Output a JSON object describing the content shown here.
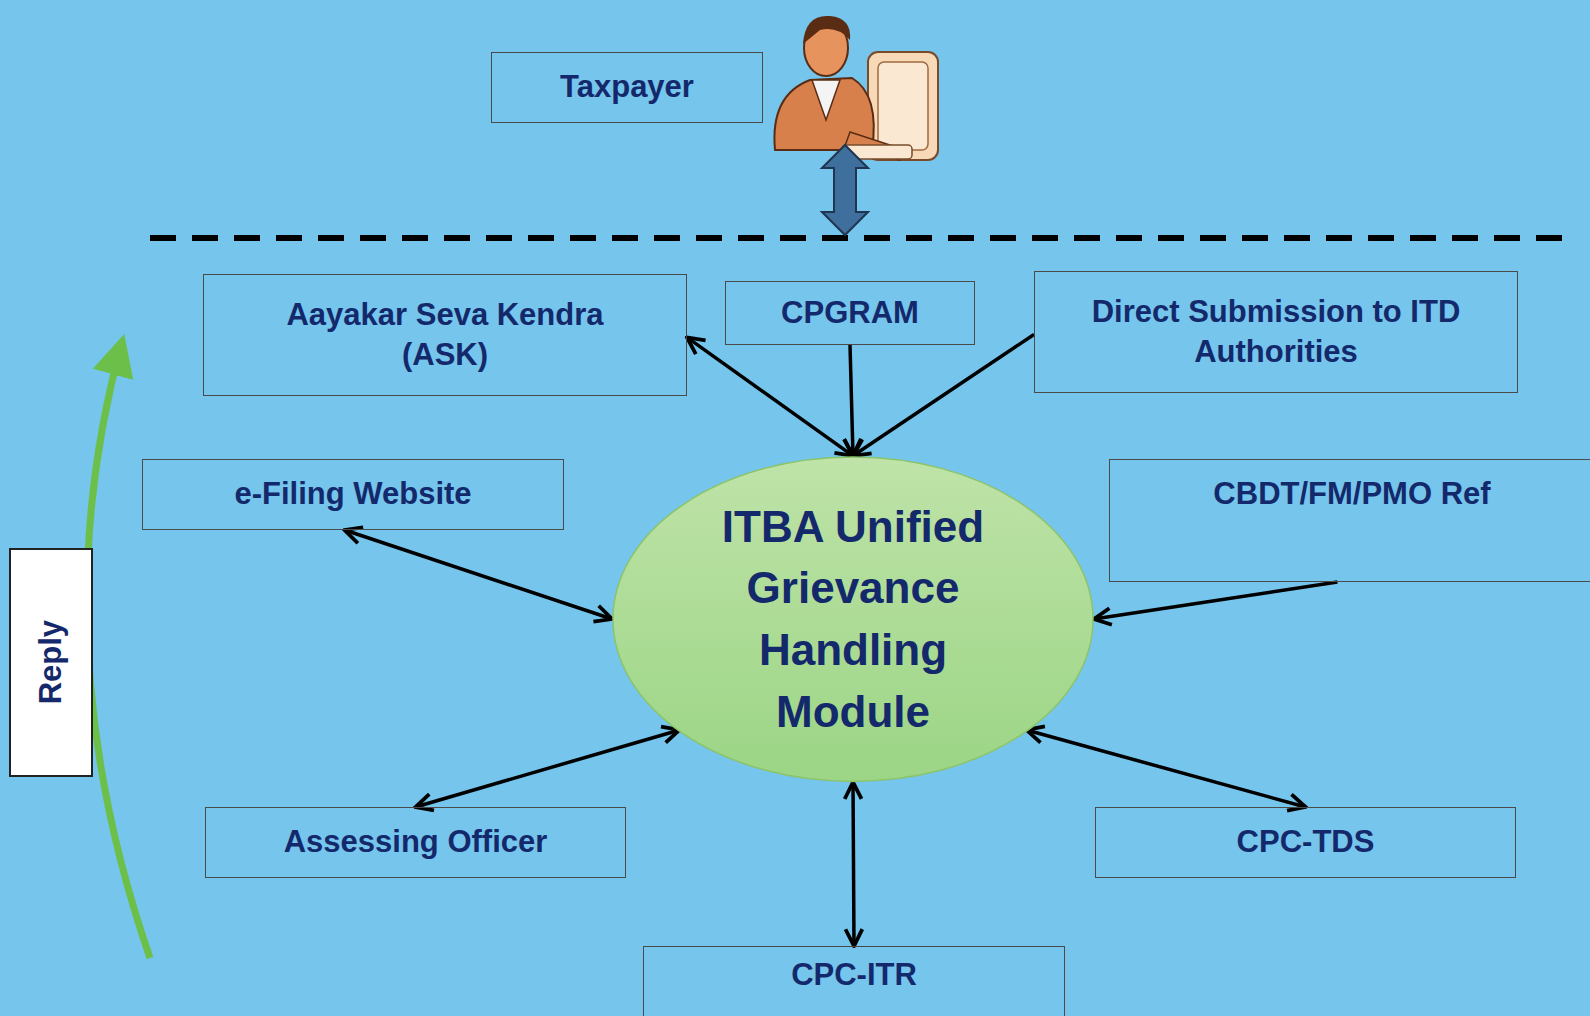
{
  "diagram": {
    "nodes": [
      {
        "text": [
          "Taxpayer"
        ]
      },
      {
        "text": [
          "Aayakar Seva Kendra (ASK)"
        ]
      },
      {
        "text": [
          "CPGRAM"
        ]
      },
      {
        "text": [
          "Direct Submission to ITD Authorities"
        ]
      },
      {
        "text": [
          "e-Filing Website"
        ]
      },
      {
        "text": [
          "ITBA Unified Grievance Handling Module"
        ]
      },
      {
        "text": [
          "CBDT/FM/PMO Ref"
        ]
      },
      {
        "text": [
          "Reply"
        ]
      },
      {
        "text": [
          "Assessing Officer"
        ]
      },
      {
        "text": [
          "CPC-TDS"
        ]
      },
      {
        "text": [
          "CPC-ITR"
        ]
      }
    ],
    "edges": [
      {
        "from": 1,
        "to": 5,
        "arrow": "both"
      },
      {
        "from": 2,
        "to": 5,
        "arrow": "to"
      },
      {
        "from": 3,
        "to": 5,
        "arrow": "to"
      },
      {
        "from": 4,
        "to": 5,
        "arrow": "both"
      },
      {
        "from": 6,
        "to": 5,
        "arrow": "to"
      },
      {
        "from": 5,
        "to": 8,
        "arrow": "both"
      },
      {
        "from": 5,
        "to": 9,
        "arrow": "both"
      },
      {
        "from": 5,
        "to": 10,
        "arrow": "both"
      }
    ]
  }
}
